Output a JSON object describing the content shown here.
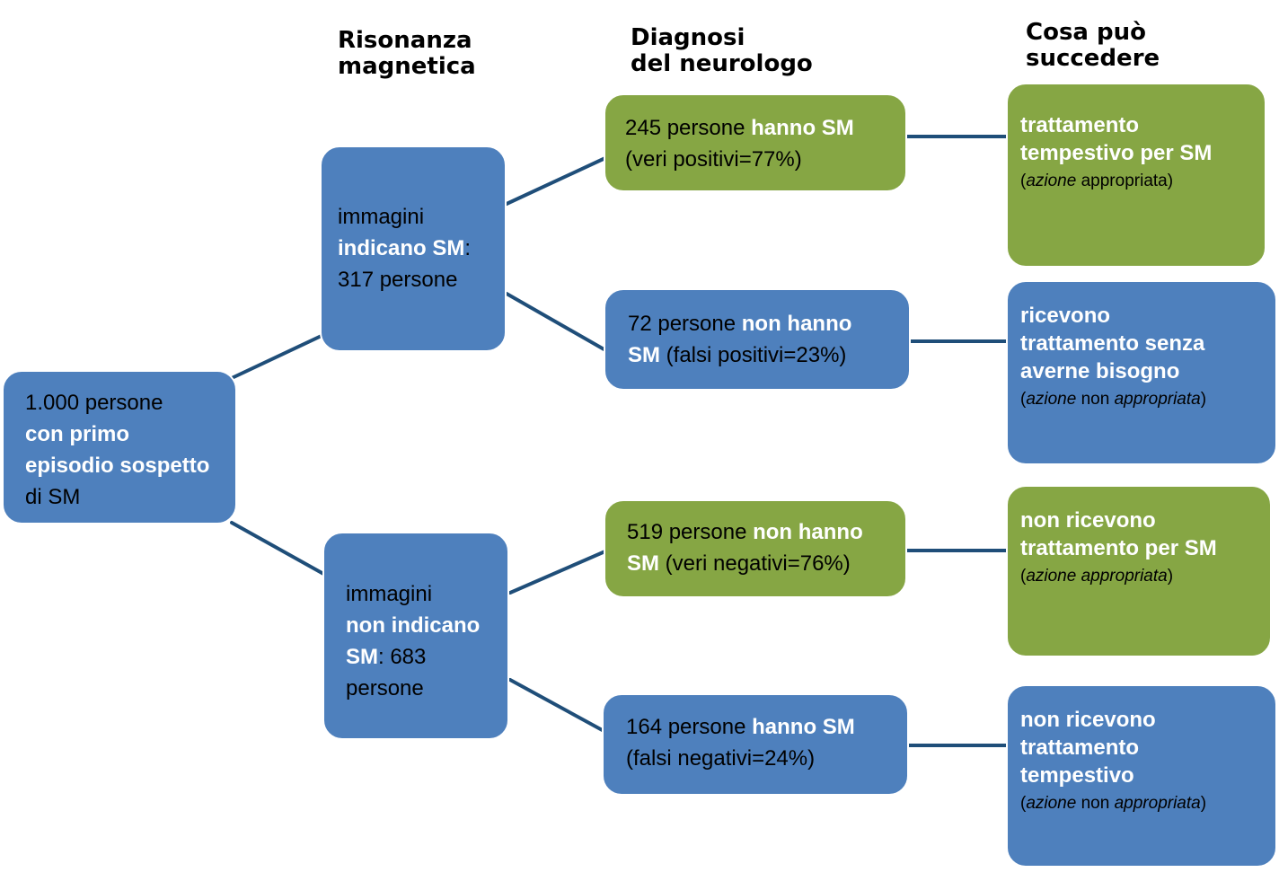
{
  "colors": {
    "blue": "#4e80bd",
    "green": "#86a644",
    "connector": "#1f4e79"
  },
  "headers": {
    "mri": [
      "Risonanza",
      "magnetica"
    ],
    "neurologist": [
      "Diagnosi",
      "del neurologo"
    ],
    "outcome": [
      "Cosa può",
      "succedere"
    ]
  },
  "root": {
    "line1": "1.000 persone",
    "line2": "con primo",
    "line3": "episodio sospetto",
    "line4": "di SM"
  },
  "mri_positive": {
    "line1": "immagini",
    "line2_bold": "indicano SM",
    "line2_rest": ":",
    "line3": "317 persone"
  },
  "mri_negative": {
    "line1": "immagini",
    "line2_bold": "non indicano",
    "line3_bold": "SM",
    "line3_rest": ": 683",
    "line4": "persone"
  },
  "diagnoses": {
    "true_positive": {
      "count": "245 persone ",
      "bold": "hanno SM",
      "detail": "(veri positivi=77%)"
    },
    "false_positive": {
      "count": "72 persone ",
      "bold1": "non hanno",
      "bold2": "SM",
      "detail": " (falsi positivi=23%)"
    },
    "true_negative": {
      "count": "519 persone ",
      "bold1": "non hanno",
      "bold2": "SM",
      "detail": " (veri negativi=76%)"
    },
    "false_negative": {
      "count": "164 persone ",
      "bold": "hanno SM",
      "detail": "(falsi negativi=24%)"
    }
  },
  "outcomes": {
    "o1": {
      "lines": [
        "trattamento",
        "tempestivo per SM"
      ],
      "note_open": "(",
      "note_italic1": "azione ",
      "note_plain": "appropriata",
      "note_italic2": "",
      "note_close": ")"
    },
    "o2": {
      "lines": [
        "ricevono",
        "trattamento senza",
        "averne bisogno"
      ],
      "note_open": "(",
      "note_italic1": "azione",
      "note_plain": " non ",
      "note_italic2": "appropriata",
      "note_close": ")"
    },
    "o3": {
      "lines": [
        "non ricevono",
        "trattamento per SM"
      ],
      "note_open": "(",
      "note_italic1": "azione appropriata",
      "note_plain": "",
      "note_italic2": "",
      "note_close": ")"
    },
    "o4": {
      "lines": [
        "non ricevono",
        "trattamento",
        "tempestivo"
      ],
      "note_open": "(",
      "note_italic1": "azione",
      "note_plain": " non ",
      "note_italic2": "appropriata",
      "note_close": ")"
    }
  }
}
